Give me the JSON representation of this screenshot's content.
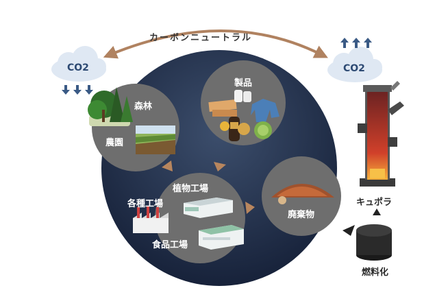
{
  "title": "カーボンニュートラル",
  "co2_left": "CO2",
  "co2_right": "CO2",
  "nodes": {
    "forest": "森林",
    "farm": "農園",
    "products": "製品",
    "factories_plant": "植物工場",
    "factories_various": "各種工場",
    "factories_food": "食品工場",
    "waste": "廃棄物",
    "cupola": "キュポラ",
    "fuel": "燃料化"
  },
  "colors": {
    "navy": "#1d2a44",
    "circle_gray": "#707070",
    "arrow_tan": "#b8865e",
    "co2_cloud": "#dfe8f3",
    "co2_arrow": "#3a5a85"
  }
}
